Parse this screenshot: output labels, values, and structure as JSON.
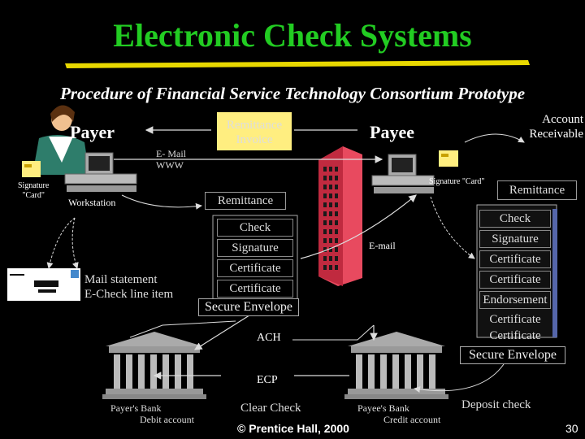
{
  "title": "Electronic Check Systems",
  "subtitle": "Procedure of Financial Service Technology Consortium Prototype",
  "payer": "Payer",
  "payee": "Payee",
  "account_receivable": "Account Receivable",
  "remittance_invoice": [
    "Remittance",
    "Invoice"
  ],
  "email_www": [
    "E- Mail",
    "WWW"
  ],
  "signature_card_left": [
    "Signature",
    "\"Card\""
  ],
  "signature_card_right": "Signature \"Card\"",
  "workstation": "Workstation",
  "remittance_center": "Remittance",
  "remittance_right": "Remittance",
  "center_stack": [
    "Check",
    "Signature",
    "Certificate",
    "Certificate"
  ],
  "secure_envelope_center": "Secure Envelope",
  "mail_statement": [
    "Mail statement",
    "E-Check line item"
  ],
  "email_mid": "E-mail",
  "right_stack": [
    "Check",
    "Signature",
    "Certificate",
    "Certificate",
    "Endorsement",
    "Certificate",
    "Certificate"
  ],
  "secure_envelope_right": "Secure Envelope",
  "ach": "ACH",
  "ecp": "ECP",
  "payers_bank": [
    "Payer's Bank",
    "Debit account"
  ],
  "clear_check": "Clear Check",
  "payees_bank": [
    "Payee's Bank",
    "Credit account"
  ],
  "deposit_check": "Deposit check",
  "copyright": "© Prentice Hall, 2000",
  "page_number": "30"
}
